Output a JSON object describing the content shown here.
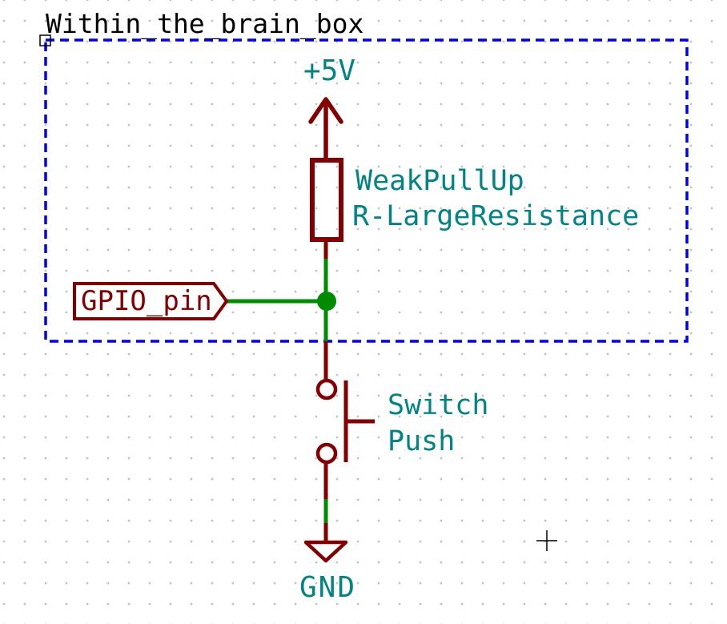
{
  "colors": {
    "symbol": "#840000",
    "field_text": "#008484",
    "wire": "#008C00",
    "graphic_box": "#0000EE",
    "title_text": "#000000",
    "grid_dot": "#c3c3c3",
    "background": "#ffffff"
  },
  "sheet": {
    "box_title": "Within_the_brain_box"
  },
  "power": {
    "vcc_label": "+5V",
    "gnd_label": "GND"
  },
  "resistor": {
    "fields": [
      "WeakPullUp",
      "R-LargeResistance"
    ]
  },
  "switch": {
    "fields": [
      "Switch",
      "Push"
    ]
  },
  "net_label": {
    "text": "GPIO_pin"
  }
}
